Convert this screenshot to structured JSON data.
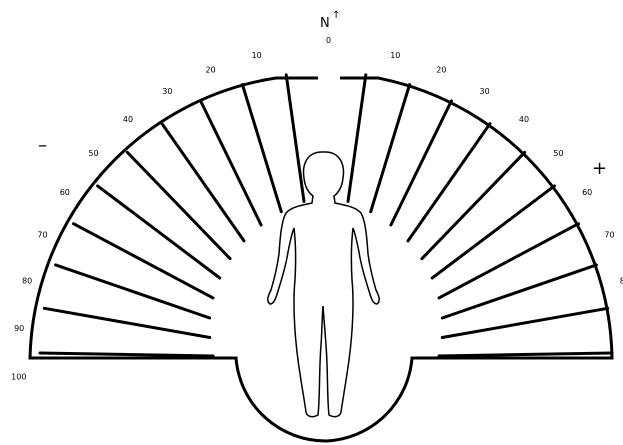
{
  "diagram": {
    "north_label": "N",
    "north_arrow": "↑",
    "zero_label": "0",
    "minus_label": "–",
    "plus_label": "+",
    "degree_labels": [
      "10",
      "20",
      "30",
      "40",
      "50",
      "60",
      "70",
      "80",
      "90",
      "100"
    ]
  }
}
